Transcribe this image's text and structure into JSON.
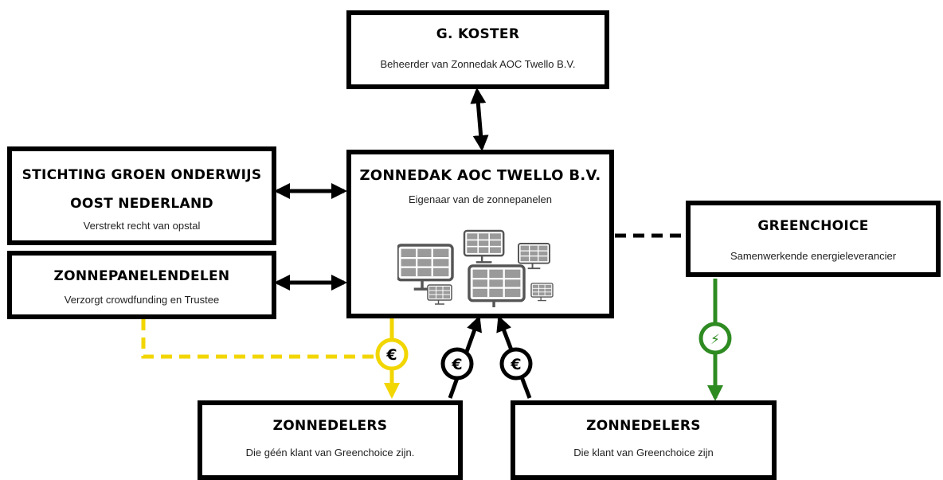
{
  "nodes": {
    "koster": {
      "title": "G. KOSTER",
      "subtitle": "Beheerder van Zonnedak AOC Twello B.V."
    },
    "zonnedak": {
      "title": "ZONNEDAK AOC TWELLO B.V.",
      "subtitle": "Eigenaar van de zonnepanelen"
    },
    "stichting": {
      "title_line1": "STICHTING GROEN ONDERWIJS",
      "title_line2": "OOST NEDERLAND",
      "subtitle": "Verstrekt recht van opstal"
    },
    "zonnepanelendelen": {
      "title": "ZONNEPANELENDELEN",
      "subtitle": "Verzorgt crowdfunding en Trustee"
    },
    "greenchoice": {
      "title": "GREENCHOICE",
      "subtitle": "Samenwerkende energieleverancier"
    },
    "zonnedelers_left": {
      "title": "ZONNEDELERS",
      "subtitle": "Die géén klant van Greenchoice zijn."
    },
    "zonnedelers_right": {
      "title": "ZONNEDELERS",
      "subtitle": "Die klant van Greenchoice zijn"
    }
  },
  "symbols": {
    "euro": "€",
    "power": "⚡"
  },
  "colors": {
    "black": "#000000",
    "yellow": "#f2d600",
    "green": "#2e8b22"
  }
}
